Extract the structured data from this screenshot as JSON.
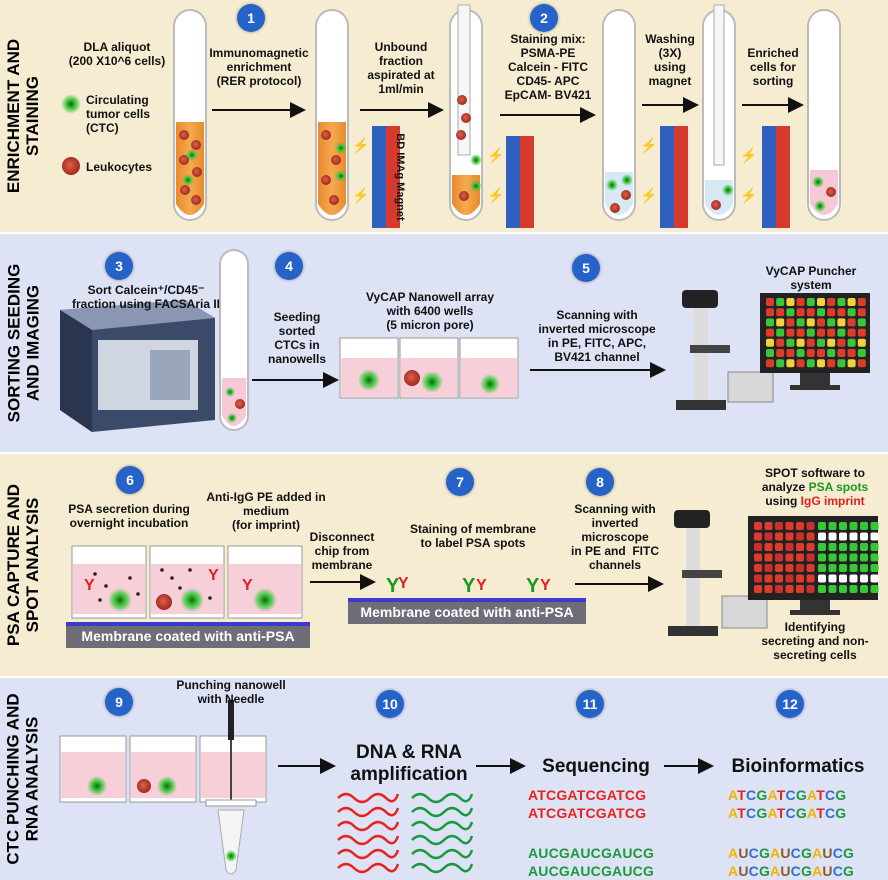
{
  "sections": [
    {
      "label": "ENRICHMENT AND\nSTAINING"
    },
    {
      "label": "SORTING SEEDING\nAND IMAGING"
    },
    {
      "label": "PSA CAPTURE AND\nSPOT ANALYSIS"
    },
    {
      "label": "CTC PUNCHING AND\nRNA ANALYSIS"
    }
  ],
  "steps": [
    "1",
    "2",
    "3",
    "4",
    "5",
    "6",
    "7",
    "8",
    "9",
    "10",
    "11",
    "12"
  ],
  "panel1": {
    "dla": "DLA aliquot\n(200 X10^6 cells)",
    "ctc_legend": "Circulating\ntumor cells\n(CTC)",
    "leuko_legend": "Leukocytes",
    "immuno": "Immunomagnetic\nenrichment\n(RER protocol)",
    "unbound": "Unbound\nfraction\naspirated at\n1ml/min",
    "magnet": "BD IMAg Magnet",
    "staining": "Staining mix:\nPSMA-PE\nCalcein - FITC\nCD45- APC\nEpCAM- BV421",
    "washing": "Washing\n(3X)\nusing\nmagnet",
    "enriched": "Enriched\ncells for\nsorting"
  },
  "panel2": {
    "sort": "Sort Calcein⁺/CD45⁻\nfraction using FACSAria II",
    "seeding": "Seeding\nsorted\nCTCs in\nnanowells",
    "vycap": "VyCAP Nanowell array\nwith 6400 wells\n(5 micron pore)",
    "scanning": "Scanning with\ninverted microscope\nin PE, FITC, APC,\nBV421 channel",
    "puncher": "VyCAP Puncher\nsystem"
  },
  "panel3": {
    "psa_secretion": "PSA secretion during\novernight incubation",
    "anti_igg": "Anti-IgG PE added in\nmedium\n(for imprint)",
    "disconnect": "Disconnect\nchip from\nmembrane",
    "staining": "Staining of membrane\nto label PSA spots",
    "scanning": "Scanning with\ninverted\nmicroscope\nin PE and  FITC\nchannels",
    "spot_prefix": "SPOT software to\nanalyze ",
    "spot_psa": "PSA spots",
    "spot_using": "using ",
    "spot_igg": "IgG imprint",
    "identifying": "Identifying\nsecreting and non-\nsecreting cells",
    "membrane_label": "Membrane coated with anti-PSA"
  },
  "panel4": {
    "punching": "Punching nanowell\nwith Needle",
    "dna_rna": "DNA & RNA\namplification",
    "sequencing": "Sequencing",
    "bioinformatics": "Bioinformatics",
    "dna_seq": "ATCGATCGATCG",
    "rna_seq": "AUCGAUCGAUCG"
  },
  "colors": {
    "ctc": "#3cc43c",
    "leukocyte": "#c83a2a",
    "step_badge": "#2563c9",
    "psa_text": "#1a9a1a",
    "igg_text": "#e02020",
    "dna_text": "#e8231e",
    "rna_text": "#1a9a3c"
  }
}
